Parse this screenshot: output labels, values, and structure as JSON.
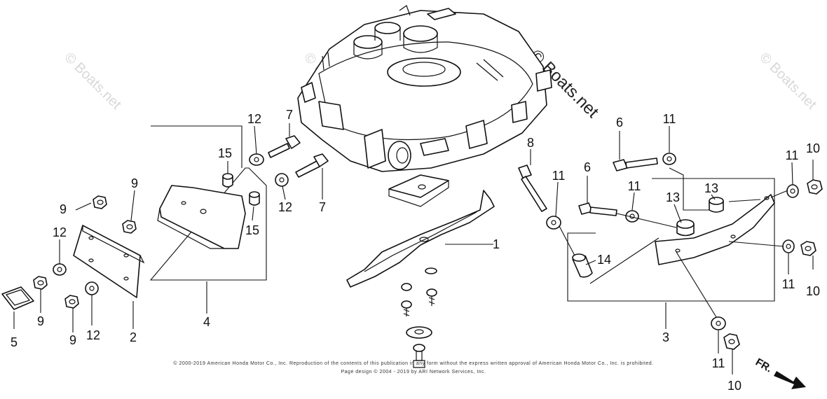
{
  "watermarks": [
    "© Boats.net",
    "© Boats.net",
    "© Boats.net",
    "© Boats.net"
  ],
  "copyright": [
    "© 2000-2019 American Honda Motor Co., Inc. Reproduction of the contents of this publication in any form without the express written approval of American Honda Motor Co., Inc. is prohibited.",
    "Page design © 2004 - 2019 by ARI Network Services, Inc."
  ],
  "direction_label": "FR.",
  "callouts": {
    "c1": "1",
    "c2": "2",
    "c3": "3",
    "c4": "4",
    "c5": "5",
    "c6a": "6",
    "c6b": "6",
    "c7a": "7",
    "c7b": "7",
    "c8": "8",
    "c9a": "9",
    "c9b": "9",
    "c9c": "9",
    "c9d": "9",
    "c10a": "10",
    "c10b": "10",
    "c10c": "10",
    "c11a": "11",
    "c11b": "11",
    "c11c": "11",
    "c11d": "11",
    "c11e": "11",
    "c11f": "11",
    "c12a": "12",
    "c12b": "12",
    "c12c": "12",
    "c12d": "12",
    "c13a": "13",
    "c13b": "13",
    "c14": "14",
    "c15a": "15",
    "c15b": "15"
  }
}
